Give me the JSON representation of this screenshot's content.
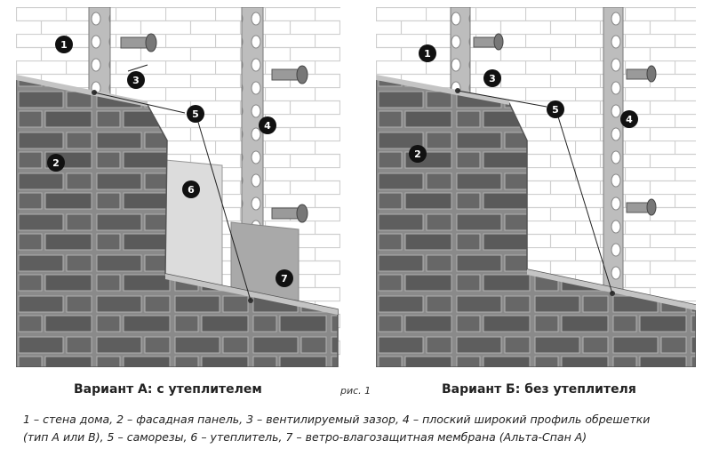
{
  "variant_a": {
    "caption": "Вариант А: с утеплителем",
    "markers": [
      "1",
      "2",
      "3",
      "4",
      "5",
      "6",
      "7"
    ]
  },
  "variant_b": {
    "caption": "Вариант Б: без утеплителя",
    "markers": [
      "1",
      "2",
      "3",
      "4",
      "5"
    ]
  },
  "figure_label": "рис. 1",
  "legend": {
    "line1": "1 – стена дома, 2 – фасадная панель, 3 – вентилируемый зазор, 4 – плоский широкий профиль обрешетки",
    "line2": "(тип А или В), 5 – саморезы, 6 – утеплитель, 7 – ветро-влагозащитная мембрана (Альта-Спан А)"
  },
  "colors": {
    "brick_line": "#c9c9c9",
    "panel_face": "#7b7b7b",
    "panel_stone": "#5e5e5e",
    "insulation": "#d8d8d8",
    "membrane": "#a9a9a9",
    "profile": "#b5b5b5",
    "badge": "#111111"
  }
}
